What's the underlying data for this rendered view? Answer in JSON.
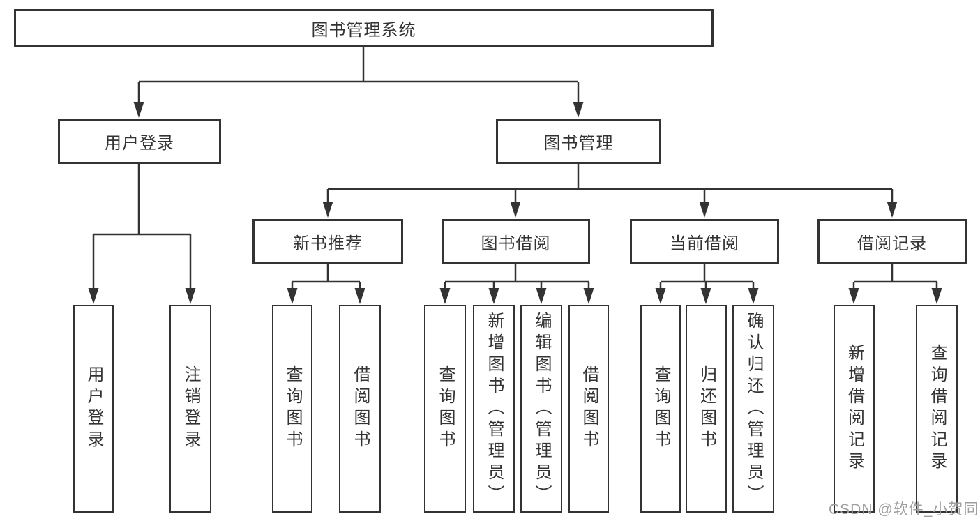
{
  "diagram": {
    "type": "hierarchy-tree",
    "colors": {
      "line": "#333333",
      "box_border": "#333333",
      "box_fill": "#ffffff",
      "text": "#333333",
      "watermark_text": "#9e9e9e"
    },
    "tree": {
      "label": "图书管理系统",
      "children": [
        {
          "label": "用户登录",
          "children": [
            {
              "label": "用户登录"
            },
            {
              "label": "注销登录"
            }
          ]
        },
        {
          "label": "图书管理",
          "children": [
            {
              "label": "新书推荐",
              "children": [
                {
                  "label": "查询图书"
                },
                {
                  "label": "借阅图书"
                }
              ]
            },
            {
              "label": "图书借阅",
              "children": [
                {
                  "label": "查询图书"
                },
                {
                  "label": "新增图书（管理员）"
                },
                {
                  "label": "编辑图书（管理员）"
                },
                {
                  "label": "借阅图书"
                }
              ]
            },
            {
              "label": "当前借阅",
              "children": [
                {
                  "label": "查询图书"
                },
                {
                  "label": "归还图书"
                },
                {
                  "label": "确认归还（管理员）"
                }
              ]
            },
            {
              "label": "借阅记录",
              "children": [
                {
                  "label": "新增借阅记录"
                },
                {
                  "label": "查询借阅记录"
                }
              ]
            }
          ]
        }
      ]
    },
    "watermark": {
      "text": "CSDN @软件_小贺同学"
    }
  }
}
